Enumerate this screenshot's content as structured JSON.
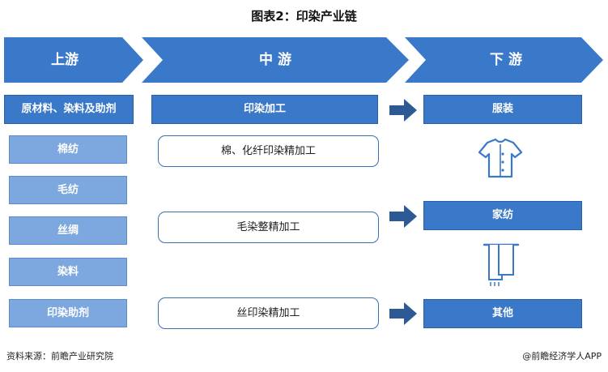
{
  "title": "图表2：印染产业链",
  "stages": {
    "upstream": "上游",
    "midstream": "中 游",
    "downstream": "下 游"
  },
  "upstream": {
    "header": "原材料、染料及助剂",
    "items": [
      "棉纺",
      "毛纺",
      "丝绸",
      "染料",
      "印染助剂"
    ]
  },
  "midstream": {
    "header": "印染加工",
    "items": [
      "棉、化纤印染精加工",
      "毛染整精加工",
      "丝印染精加工"
    ]
  },
  "downstream": {
    "items": [
      "服装",
      "家纺",
      "其他"
    ],
    "icons": [
      "clothing-icon",
      "towel-rack-icon"
    ]
  },
  "footer": {
    "source": "资料来源：前瞻产业研究院",
    "brand": "@前瞻经济学人APP"
  },
  "watermark": "前瞻产业研究院",
  "colors": {
    "stage_banner": "#3a78c9",
    "dark_box": "#3a78c9",
    "light_box": "#7da7df",
    "arrow": "#2d5a94",
    "round_border": "#3a6fb6"
  }
}
